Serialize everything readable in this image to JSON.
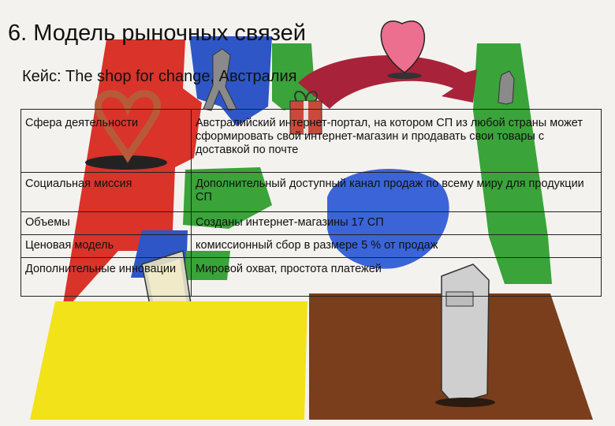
{
  "slide": {
    "title": "6. Модель рыночных связей",
    "subtitle": "Кейс: The shop for change, Австралия"
  },
  "table": {
    "rows": [
      {
        "label": "Сфера деятельности",
        "value": "Австралийский интернет-портал, на котором СП из любой страны может сформировать свой интернет-магазин и продавать свои товары с доставкой по почте"
      },
      {
        "label": "Социальная миссия",
        "value": "Дополнительный доступный канал продаж по всему миру для продукции СП"
      },
      {
        "label": "Объемы",
        "value": "Созданы интернет-магазины 17 СП"
      },
      {
        "label": "Ценовая модель",
        "value": "комиссионный сбор в размере 5 % от продаж"
      },
      {
        "label": "Дополнительные инновации",
        "value": "Мировой охват, простота платежей"
      }
    ]
  },
  "colors": {
    "red": "#d9332a",
    "blue": "#2e56c6",
    "green": "#3aa33a",
    "yellow": "#f2e21a",
    "brown": "#7a3e1c",
    "maroon": "#a8233a",
    "pink": "#ec6f8f",
    "gray": "#8a8a8a",
    "background": "#f4f2ee"
  },
  "icons": [
    "heart-icon",
    "pretzel-icon",
    "gift-box-icon",
    "cash-register-icon",
    "person-icon",
    "document-icon",
    "circular-arrow-icon"
  ]
}
